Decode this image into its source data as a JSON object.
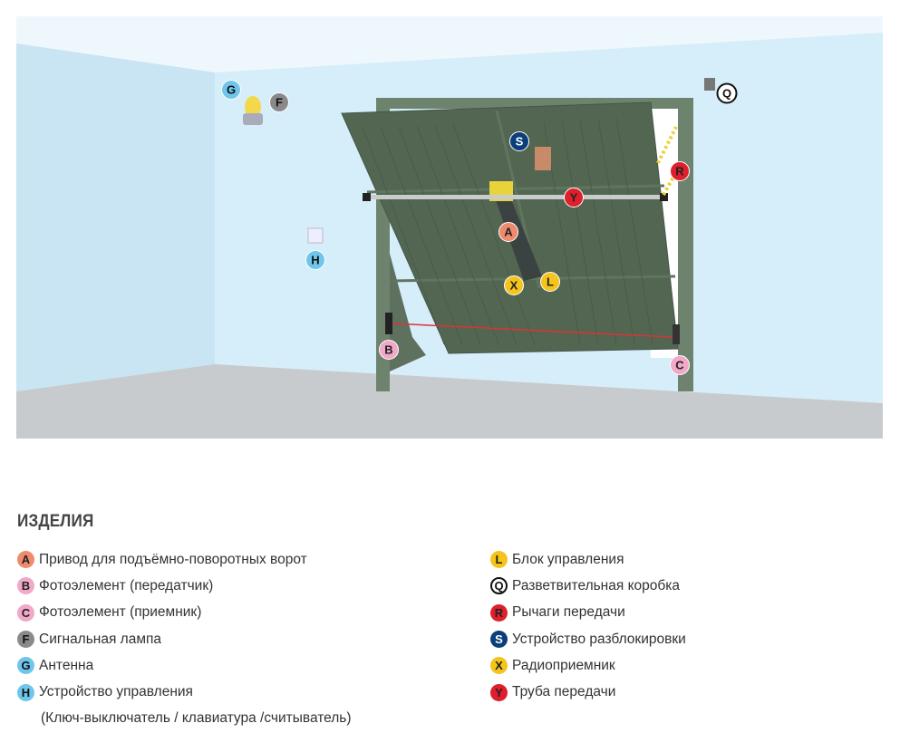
{
  "markers": {
    "A": {
      "letter": "A",
      "color": "#ef8a6c",
      "text_color": "#222"
    },
    "B": {
      "letter": "B",
      "color": "#f2a8c8",
      "text_color": "#222"
    },
    "C": {
      "letter": "C",
      "color": "#f2a8c8",
      "text_color": "#222"
    },
    "F": {
      "letter": "F",
      "color": "#8a8a8a",
      "text_color": "#111"
    },
    "G": {
      "letter": "G",
      "color": "#6fc6ea",
      "text_color": "#111"
    },
    "H": {
      "letter": "H",
      "color": "#6fc6ea",
      "text_color": "#111"
    },
    "L": {
      "letter": "L",
      "color": "#f5c41c",
      "text_color": "#222"
    },
    "Q": {
      "letter": "Q",
      "color": "#ffffff",
      "text_color": "#111"
    },
    "R": {
      "letter": "R",
      "color": "#df1f2b",
      "text_color": "#222"
    },
    "S": {
      "letter": "S",
      "color": "#0b3f7c",
      "text_color": "#fff"
    },
    "X": {
      "letter": "X",
      "color": "#f5c41c",
      "text_color": "#222"
    },
    "Y": {
      "letter": "Y",
      "color": "#df1f2b",
      "text_color": "#222"
    }
  },
  "legend": {
    "title": "ИЗДЕЛИЯ",
    "left": [
      {
        "key": "A",
        "text": "Привод для подъёмно-поворотных ворот"
      },
      {
        "key": "B",
        "text": "Фотоэлемент (передатчик)"
      },
      {
        "key": "C",
        "text": "Фотоэлемент (приемник)"
      },
      {
        "key": "F",
        "text": "Сигнальная лампа"
      },
      {
        "key": "G",
        "text": "Антенна"
      },
      {
        "key": "H",
        "text": "Устройство управления"
      }
    ],
    "left_note": "(Ключ-выключатель / клавиатура /считыватель)",
    "right": [
      {
        "key": "L",
        "text": "Блок управления"
      },
      {
        "key": "Q",
        "text": "Разветвительная коробка"
      },
      {
        "key": "R",
        "text": "Рычаги передачи"
      },
      {
        "key": "S",
        "text": "Устройство разблокировки"
      },
      {
        "key": "X",
        "text": "Радиоприемник"
      },
      {
        "key": "Y",
        "text": "Труба передачи"
      }
    ]
  }
}
